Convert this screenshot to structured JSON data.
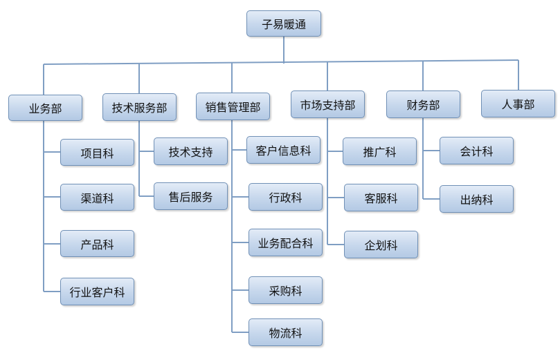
{
  "chart": {
    "root": "子易暖通",
    "departments": [
      {
        "id": "business",
        "name": "业务部",
        "children": [
          "项目科",
          "渠道科",
          "产品科",
          "行业客户科"
        ]
      },
      {
        "id": "tech",
        "name": "技术服务部",
        "children": [
          "技术支持",
          "售后服务"
        ]
      },
      {
        "id": "sales",
        "name": "销售管理部",
        "children": [
          "客户信息科",
          "行政科",
          "业务配合科",
          "采购科",
          "物流科"
        ]
      },
      {
        "id": "market",
        "name": "市场支持部",
        "children": [
          "推广科",
          "客服科",
          "企划科"
        ]
      },
      {
        "id": "finance",
        "name": "财务部",
        "children": [
          "会计科",
          "出纳科"
        ]
      },
      {
        "id": "hr",
        "name": "人事部",
        "children": []
      }
    ]
  },
  "colors": {
    "line": "#7f9ec3",
    "box_border": "#6f8fb5",
    "box_fill_top": "#e3ecf7",
    "box_fill_bottom": "#b3c9e4"
  }
}
